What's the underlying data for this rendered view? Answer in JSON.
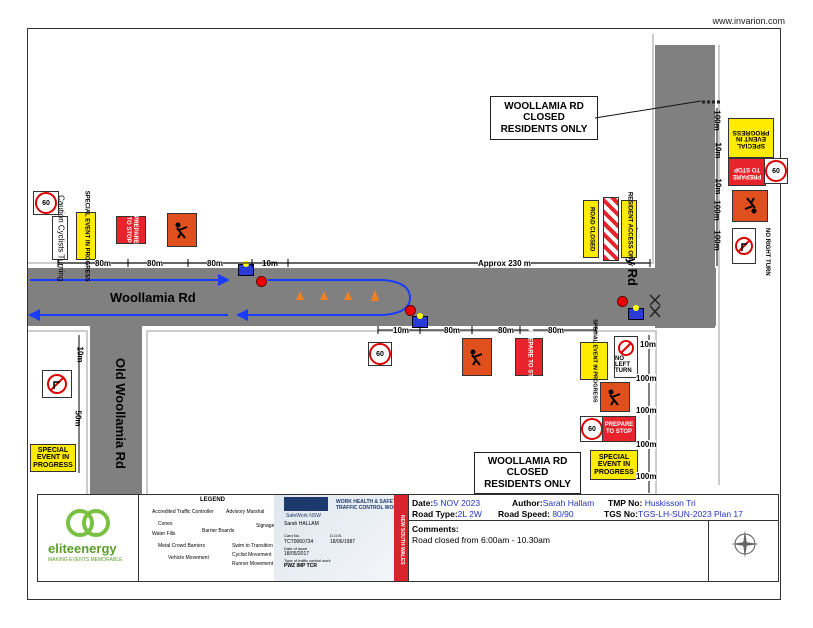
{
  "watermark": "www.invarion.com",
  "roads": {
    "woollamia": "Woollamia Rd",
    "jervis_bay": "Jervis Bay Rd",
    "old_woollamia": "Old Woollamia Rd"
  },
  "callouts": {
    "top": [
      "WOOLLAMIA RD",
      "CLOSED",
      "RESIDENTS ONLY"
    ],
    "bottom": [
      "WOOLLAMIA RD",
      "CLOSED",
      "RESIDENTS ONLY"
    ]
  },
  "signs": {
    "speed_60": "60",
    "special_event": "SPECIAL EVENT IN PROGRESS",
    "prepare_to_stop": "PREPARE TO STOP",
    "caution_cyclists": "Caution Cyclists Turning",
    "no_right_turn": "NO RIGHT TURN",
    "no_left_turn": "NO LEFT TURN",
    "road_closed": "ROAD CLOSED",
    "resident_access": "RESIDENT ACCESS ONLY"
  },
  "dimensions": {
    "d80": "80m",
    "d10": "10m",
    "d100": "100m",
    "d50": "50m",
    "approx": "Approx 230 m"
  },
  "legend": {
    "title": "LEGEND",
    "items": [
      "Accredited Traffic Controller",
      "Advisory Marshal",
      "Cones",
      "Signage",
      "Water Fills",
      "Barrier Boards",
      "Metal Crowd Barriers",
      "Swim to Transition",
      "Cyclist Movement",
      "Vehicle Movement",
      "Runner Movement"
    ]
  },
  "logo": {
    "name": "eliteenergy",
    "tagline": "MAKING EVENTS MEMORABLE",
    "color": "#7ac143"
  },
  "card": {
    "agency": "SafeWork NSW",
    "title": "WORK HEALTH & SAFETY TRAFFIC CONTROL WORK",
    "holder": "Sarah HALLAM",
    "card_no_label": "Card No.",
    "card_no": "TCT0060734",
    "dob_label": "D.O.B.",
    "dob": "18/06/1987",
    "issue_label": "Date of issue",
    "issue": "18/05/2017",
    "type_label": "Type of traffic control work",
    "type": "PWZ IMP TCR",
    "side": "NEW SOUTH WALES"
  },
  "info": {
    "date_label": "Date:",
    "date": "5 NOV 2023",
    "author_label": "Author:",
    "author": "Sarah Hallam",
    "tmp_label": "TMP No:",
    "tmp": "Huskisson Tri",
    "road_type_label": "Road Type:",
    "road_type": "2L 2W",
    "road_speed_label": "Road Speed:",
    "road_speed": "80/90",
    "tgs_label": "TGS No:",
    "tgs": "TGS-LH-SUN-2023 Plan 17",
    "comments_label": "Comments:",
    "comments": "Road closed from 6:00am - 10.30am"
  },
  "colors": {
    "road": "#808080",
    "cyclist_arrow": "#1a3cff",
    "sign_yellow": "#ffeb00",
    "sign_red": "#e8232b",
    "sign_orange": "#e0501e"
  }
}
